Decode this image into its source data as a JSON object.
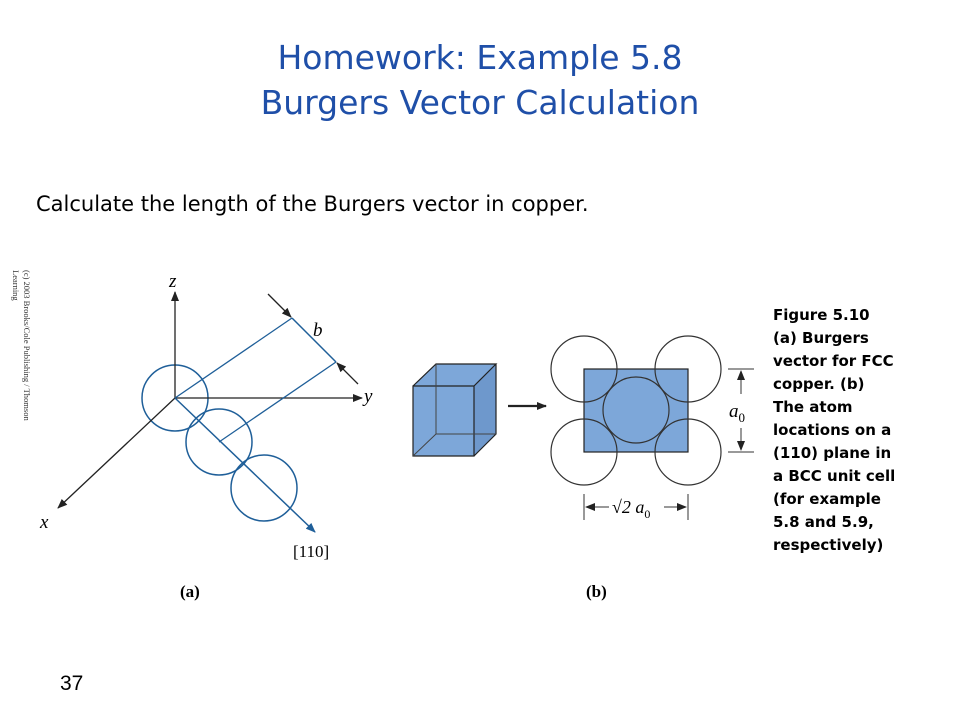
{
  "title": {
    "line1": "Homework: Example 5.8",
    "line2": "Burgers Vector Calculation"
  },
  "prompt": "Calculate the length of the Burgers vector in copper.",
  "credit": {
    "line1": "(c) 2003 Brooks/Cole Publishing / Thomson",
    "line2": "Learning"
  },
  "figure_a": {
    "axis_z": "z",
    "axis_y": "y",
    "axis_x": "x",
    "vector_label": "b",
    "direction_label": "[110]",
    "panel_label": "(a)"
  },
  "figure_b": {
    "dimension_vertical": "a",
    "dimension_vertical_sub": "0",
    "dimension_horizontal_prefix": "√2 a",
    "dimension_horizontal_sub": "0",
    "panel_label": "(b)"
  },
  "caption": {
    "lines": [
      "Figure 5.10",
      "(a)  Burgers",
      "vector for FCC",
      "copper. (b)",
      "The atom",
      "locations on a",
      "(110) plane in",
      "a BCC unit cell",
      "(for example",
      "5.8 and 5.9,",
      "respectively)"
    ]
  },
  "page_number": "37",
  "colors": {
    "title": "#1F4FA8",
    "vector_line": "#1F5F99",
    "plane_fill": "#7DA7D9",
    "outline": "#333333"
  }
}
